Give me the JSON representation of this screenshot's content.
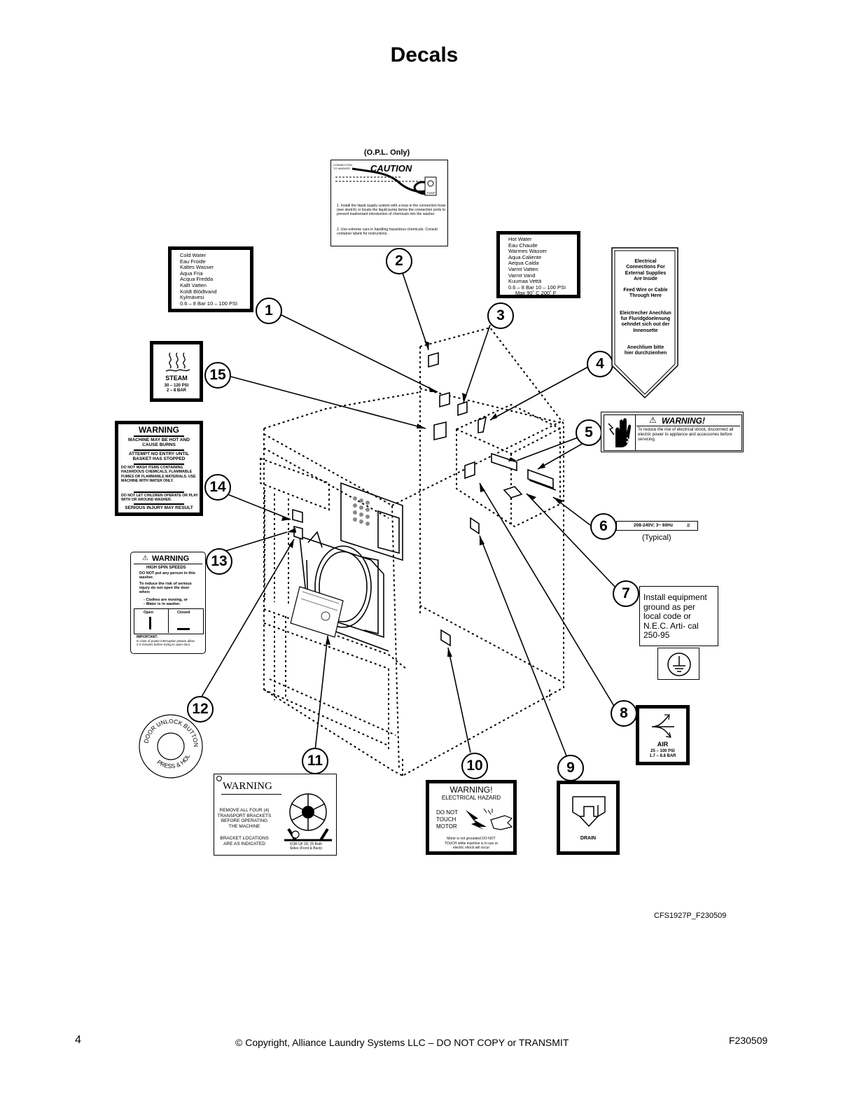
{
  "title": "Decals",
  "callouts": [
    "1",
    "2",
    "3",
    "4",
    "5",
    "6",
    "7",
    "8",
    "9",
    "10",
    "11",
    "12",
    "13",
    "14",
    "15"
  ],
  "decal1": {
    "lines": [
      "Cold Water",
      "Eau Froide",
      "Kaltes Wasser",
      "Aqua Fria",
      "Acqua Fredda",
      "Kallt Vatten",
      "Koldt Blödtvand",
      "Kylmävesi",
      "0.6 – 8 Bar  10 – 100 PSI"
    ]
  },
  "decal2": {
    "header": "(O.P.L. Only)",
    "connection": "CONNECTION TO WASHER",
    "caution": "CAUTION",
    "pump": "PUMP",
    "item1": "1.   Install the liquid supply system with a loop in the connection hose (see sketch) or locate the liquid pump below the connection ports to prevent inadvertant introduction of chemicals into the washer.",
    "item2": "2.   Use extreme care in handling hazardous chemicals. Consult container labels for instructions."
  },
  "decal3": {
    "lines": [
      "Hot Water",
      "Eau Chaude",
      "Warmes Wasser",
      "Aqua Caliente",
      "Aequa Calda",
      "Varmt Vatten",
      "Varmt Vand",
      "Kuumaa Vettä",
      "0.6 – 8 Bar  10 – 100 PSI",
      "Max 90˚ C  200˚ F"
    ]
  },
  "decal4": {
    "lines": [
      "Electrical",
      "Connections For",
      "External Supplies",
      "Are Inside",
      "",
      "Feed Wire or Cable",
      "Through Here",
      "",
      "Eleictrecher Anechlun",
      "fur Fluridgdoelenung",
      "oehndet sich out der",
      "Innensette",
      "",
      "Anechlium bitte",
      "hier durchzienhen"
    ]
  },
  "decal5": {
    "heading": "WARNING!",
    "text": "To reduce the risk of electrical shock, disconnect all electric power to appliance and accessories before servicing."
  },
  "decal6": {
    "text": "208-240V; 3~ 60Hz",
    "mark": "#",
    "note": "(Typical)"
  },
  "decal7": {
    "text": "Install equipment ground as per local code or N.E.C. Arti- cal 250-95"
  },
  "decal8": {
    "label": "AIR",
    "range1": "25 – 100 PSI",
    "range2": "1.7 – 8.8 BAR"
  },
  "decal9": {
    "label": "DRAIN"
  },
  "decal10": {
    "heading": "WARNING!",
    "sub": "ELECTRICAL HAZARD",
    "line1": "DO NOT",
    "line2": "TOUCH",
    "line3": "MOTOR",
    "note": "Motor is not grounded DO NOT TOUCH while machine is in use or electric shock will occur"
  },
  "decal11": {
    "heading": "WARNING",
    "text1": "REMOVE ALL FOUR (4) TRANSPORT BRACKETS BEFORE OPERATING THE MACHINE",
    "text2": "BRACKET LOCATIONS ARE AS INDICATED",
    "text3": "FOR UF 18, 25 Both Sides (Front & Back)"
  },
  "decal12": {
    "top": "DOOR UNLOCK BUTTON",
    "bottom": "PRESS & HOLD"
  },
  "decal13": {
    "heading": "WARNING",
    "l1": "HIGH SPIN SPEEDS",
    "l2": "DO NOT put any person in this washer.",
    "l3": "To reduce the risk of serious injury do not open the door when:",
    "l4": "- Clothes are moving, or",
    "l5": "- Water is in washer.",
    "open": "Open",
    "closed": "Closed",
    "imp": "IMPORTANT:",
    "imp_text": "In case of power interruption please allow 2-3 minutes before trying to open door."
  },
  "decal14": {
    "heading": "WARNING",
    "l1": "MACHINE MAY BE HOT AND CAUSE BURNS",
    "l2": "ATTEMPT NO ENTRY UNTIL BASKET HAS STOPPED",
    "l3": "DO NOT WASH ITEMS CONTAINING HAZARDOUS CHEMICALS, FLAMMABLE FUMES OR FLAMMABLE MATERIALS. USE MACHINE WITH WATER ONLY.",
    "l4": "DO NOT LET CHILDREN OPERATE OR PLAY WITH OR AROUND WASHER.",
    "l5": "SERIOUS INJURY MAY RESULT"
  },
  "decal15": {
    "label": "STEAM",
    "range1": "30 – 120 PSI",
    "range2": "2 – 8 BAR"
  },
  "figure_id": "CFS1927P_F230509",
  "footer": {
    "page": "4",
    "copyright": "© Copyright, Alliance Laundry Systems LLC – DO NOT COPY or TRANSMIT",
    "doc": "F230509"
  }
}
